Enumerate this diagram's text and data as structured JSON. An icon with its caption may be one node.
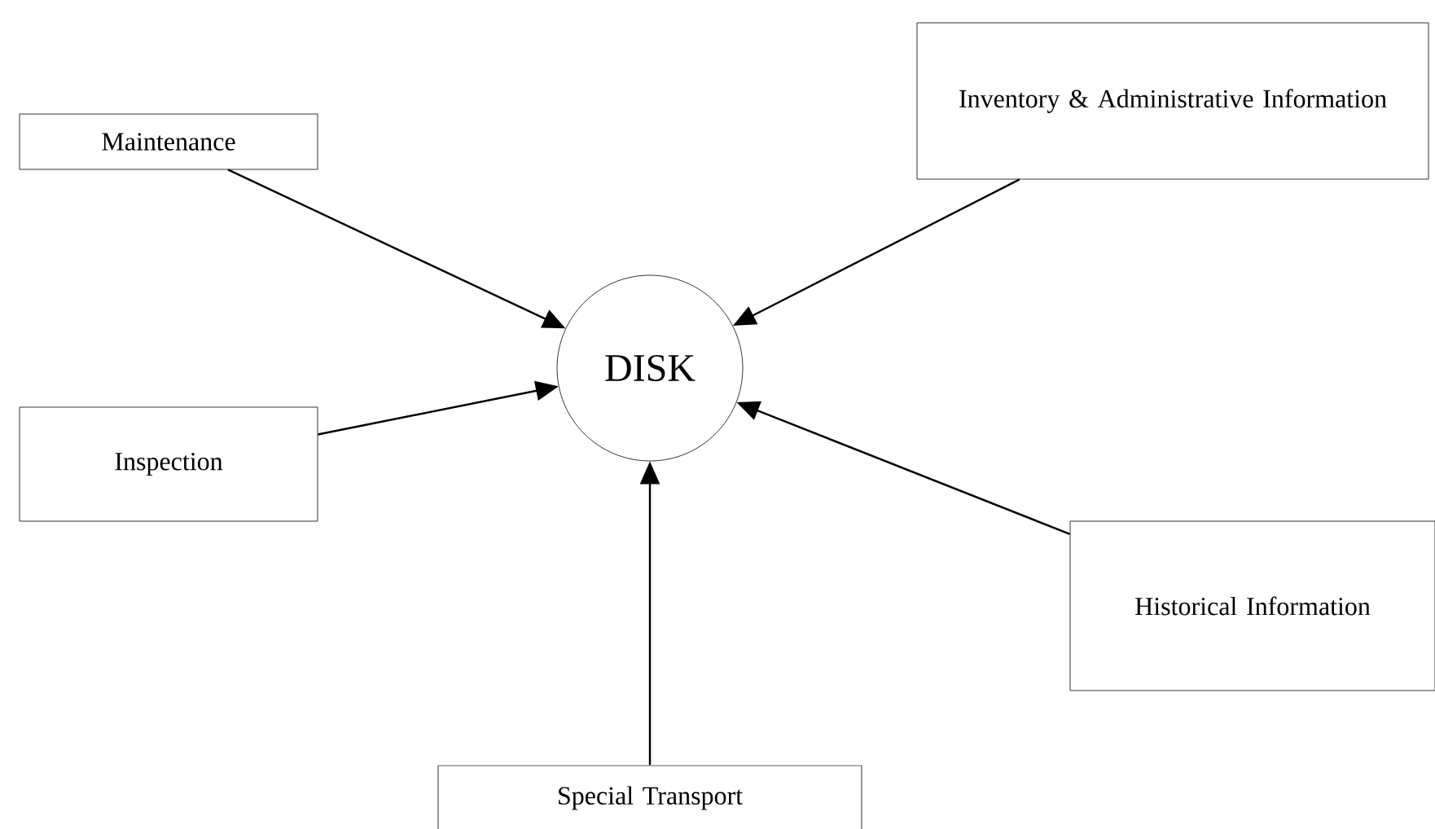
{
  "diagram": {
    "nodes": [
      {
        "text": [
          "Maintenance"
        ]
      },
      {
        "text": [
          "Inventory & Administrative Information"
        ]
      },
      {
        "text": [
          "DISK"
        ]
      },
      {
        "text": [
          "Inspection"
        ]
      },
      {
        "text": [
          "Historical Information"
        ]
      },
      {
        "text": [
          "Special Transport"
        ]
      }
    ],
    "edges": [
      {
        "from": 0,
        "to": 2,
        "arrow": "to"
      },
      {
        "from": 1,
        "to": 2,
        "arrow": "to"
      },
      {
        "from": 3,
        "to": 2,
        "arrow": "to"
      },
      {
        "from": 4,
        "to": 2,
        "arrow": "to"
      },
      {
        "from": 5,
        "to": 2,
        "arrow": "to"
      }
    ]
  }
}
